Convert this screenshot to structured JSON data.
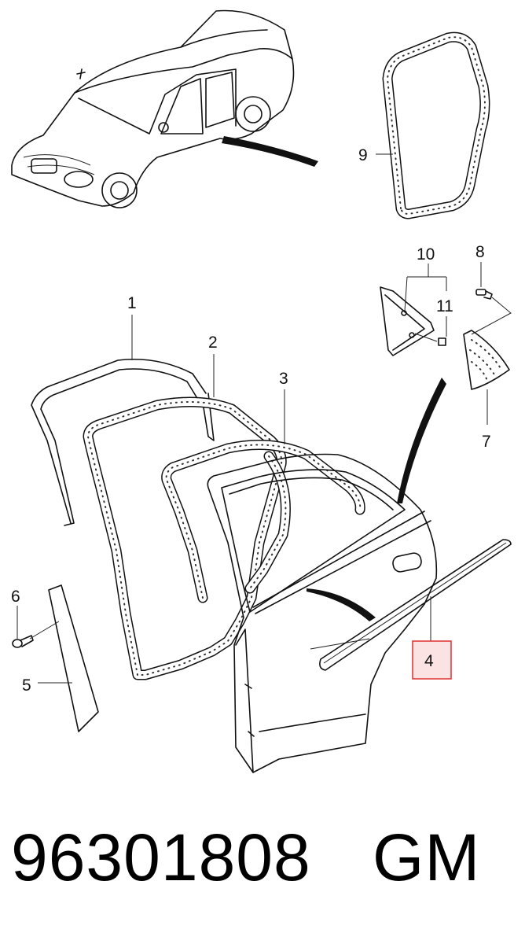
{
  "callouts": {
    "c1": "1",
    "c2": "2",
    "c3": "3",
    "c4": "4",
    "c5": "5",
    "c6": "6",
    "c7": "7",
    "c8": "8",
    "c9": "9",
    "c10": "10",
    "c11": "11"
  },
  "highlight": {
    "label": "4",
    "color": "#e0302f",
    "fill": "#fbe3e3"
  },
  "footer": {
    "part_number": "96301808",
    "brand": "GM"
  }
}
